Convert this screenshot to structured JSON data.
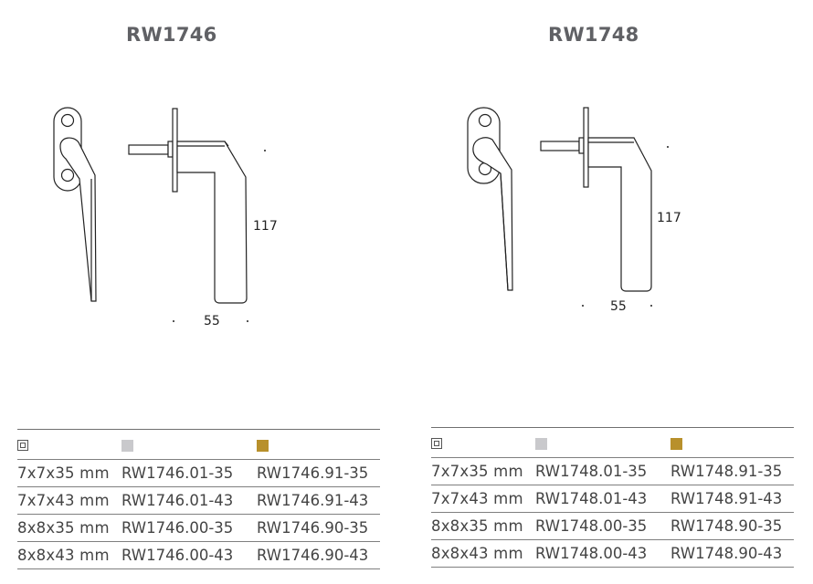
{
  "products": [
    {
      "title": "RW1746",
      "dims": {
        "height": "117",
        "width": "55"
      },
      "colors": {
        "silver": "#c9c9cc",
        "gold": "#b8902b"
      },
      "header_icons": [
        "square-variant-icon",
        "silver-swatch",
        "gold-swatch"
      ],
      "rows": [
        [
          "7x7x35 mm",
          "RW1746.01-35",
          "RW1746.91-35"
        ],
        [
          "7x7x43 mm",
          "RW1746.01-43",
          "RW1746.91-43"
        ],
        [
          "8x8x35 mm",
          "RW1746.00-35",
          "RW1746.90-35"
        ],
        [
          "8x8x43 mm",
          "RW1746.00-43",
          "RW1746.90-43"
        ]
      ]
    },
    {
      "title": "RW1748",
      "dims": {
        "height": "117",
        "width": "55"
      },
      "colors": {
        "silver": "#c9c9cc",
        "gold": "#b8902b"
      },
      "header_icons": [
        "square-variant-icon",
        "silver-swatch",
        "gold-swatch"
      ],
      "rows": [
        [
          "7x7x35 mm",
          "RW1748.01-35",
          "RW1748.91-35"
        ],
        [
          "7x7x43 mm",
          "RW1748.01-43",
          "RW1748.91-43"
        ],
        [
          "8x8x35 mm",
          "RW1748.00-35",
          "RW1748.90-35"
        ],
        [
          "8x8x43 mm",
          "RW1748.00-43",
          "RW1748.90-43"
        ]
      ]
    }
  ]
}
